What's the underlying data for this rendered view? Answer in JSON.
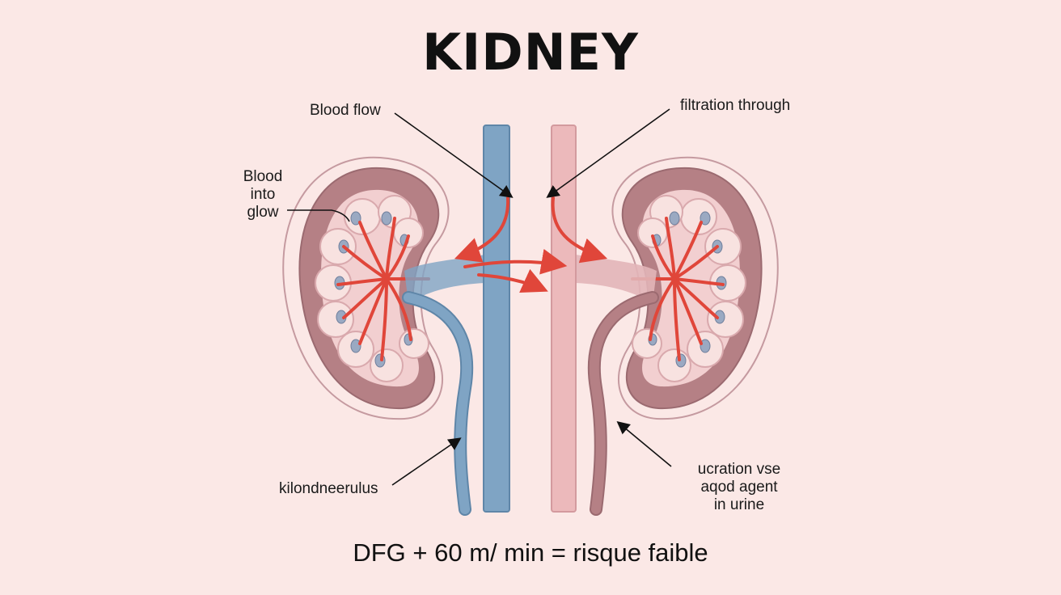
{
  "title": "KIDNEY",
  "labels": {
    "blood_flow": "Blood flow",
    "blood_into_glow": [
      "Blood",
      "into",
      "glow"
    ],
    "filtration_through": "filtration through",
    "kilondneerulus": "kilondneerulus",
    "urine_note": [
      "ucration vse",
      "aqod agent",
      "in urine"
    ]
  },
  "formula": "DFG + 60 m/ min = risque faible",
  "colors": {
    "background": "#fbe8e6",
    "kidney_outer": "#b58085",
    "kidney_cortex": "#f2cfd0",
    "lobe": "#f8e2e0",
    "artery": "#e0463a",
    "vein": "#7fa4c4",
    "aorta": "#ecb9bb",
    "calyx": "#9aa9c2"
  }
}
